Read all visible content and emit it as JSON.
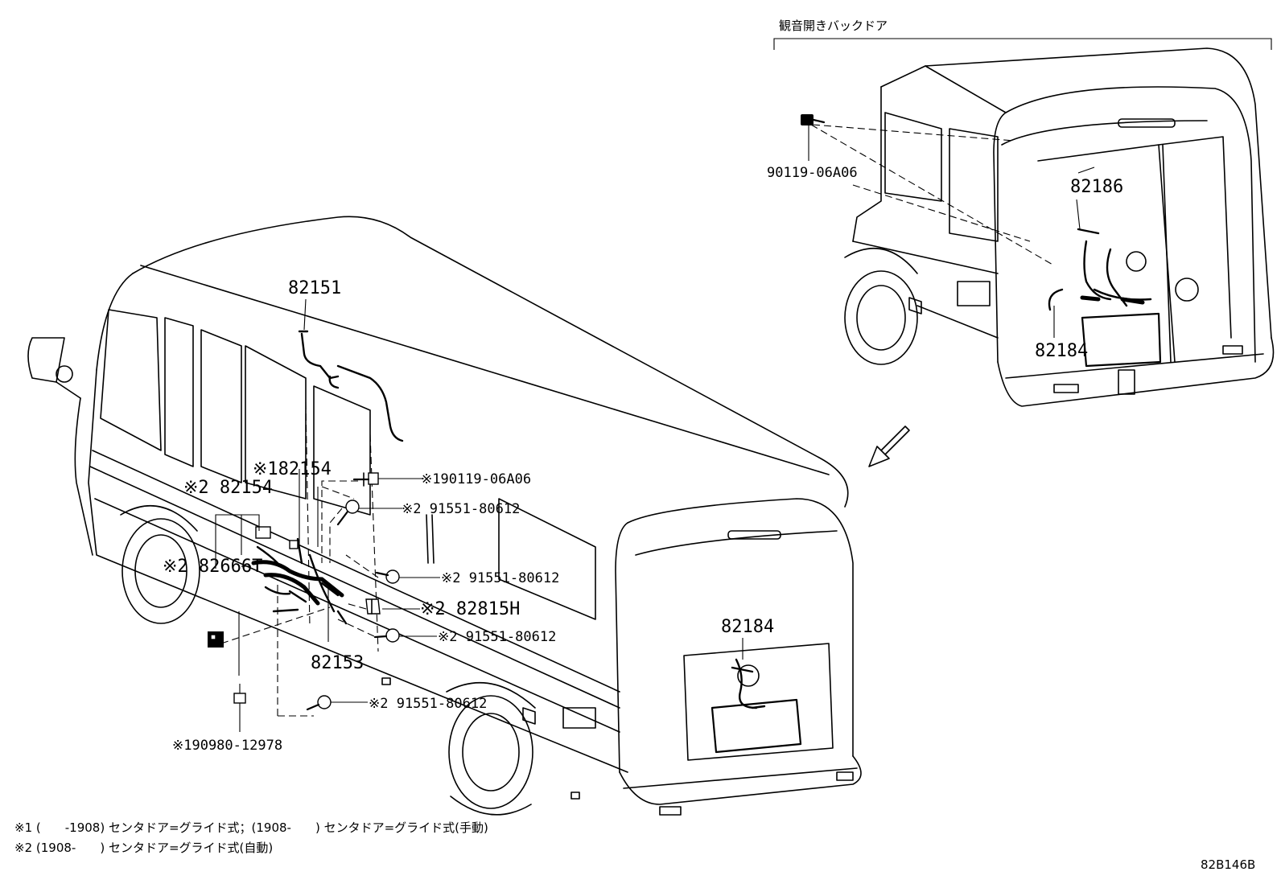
{
  "inset": {
    "title": "観音開きバックドア",
    "labels": {
      "bolt": "90119-06A06",
      "harness_upper": "82186",
      "harness_lower": "82184"
    }
  },
  "main": {
    "labels": {
      "roof_harness": "82151",
      "door_harness_1": "※182154",
      "door_harness_2": "※2 82154",
      "protector": "※2 82666T",
      "bolt_1": "※190119-06A06",
      "screw_1": "※2 91551-80612",
      "screw_2": "※2 91551-80612",
      "relay": "※2 82815H",
      "screw_3": "※2 91551-80612",
      "harness_main": "82153",
      "screw_4": "※2 91551-80612",
      "clamp": "※190980-12978",
      "rear_harness": "82184"
    }
  },
  "notes": {
    "note_1": "※1 (　　-1908) センタドア=グライド式；(1908-　　) センタドア=グライド式(手動)",
    "note_2": "※2 (1908-　　) センタドア=グライド式(自動)"
  },
  "figure_code": "82B146B",
  "icons": [
    "bolt-icon",
    "screw-icon",
    "relay-icon",
    "clamp-icon",
    "direction-arrow-icon"
  ]
}
